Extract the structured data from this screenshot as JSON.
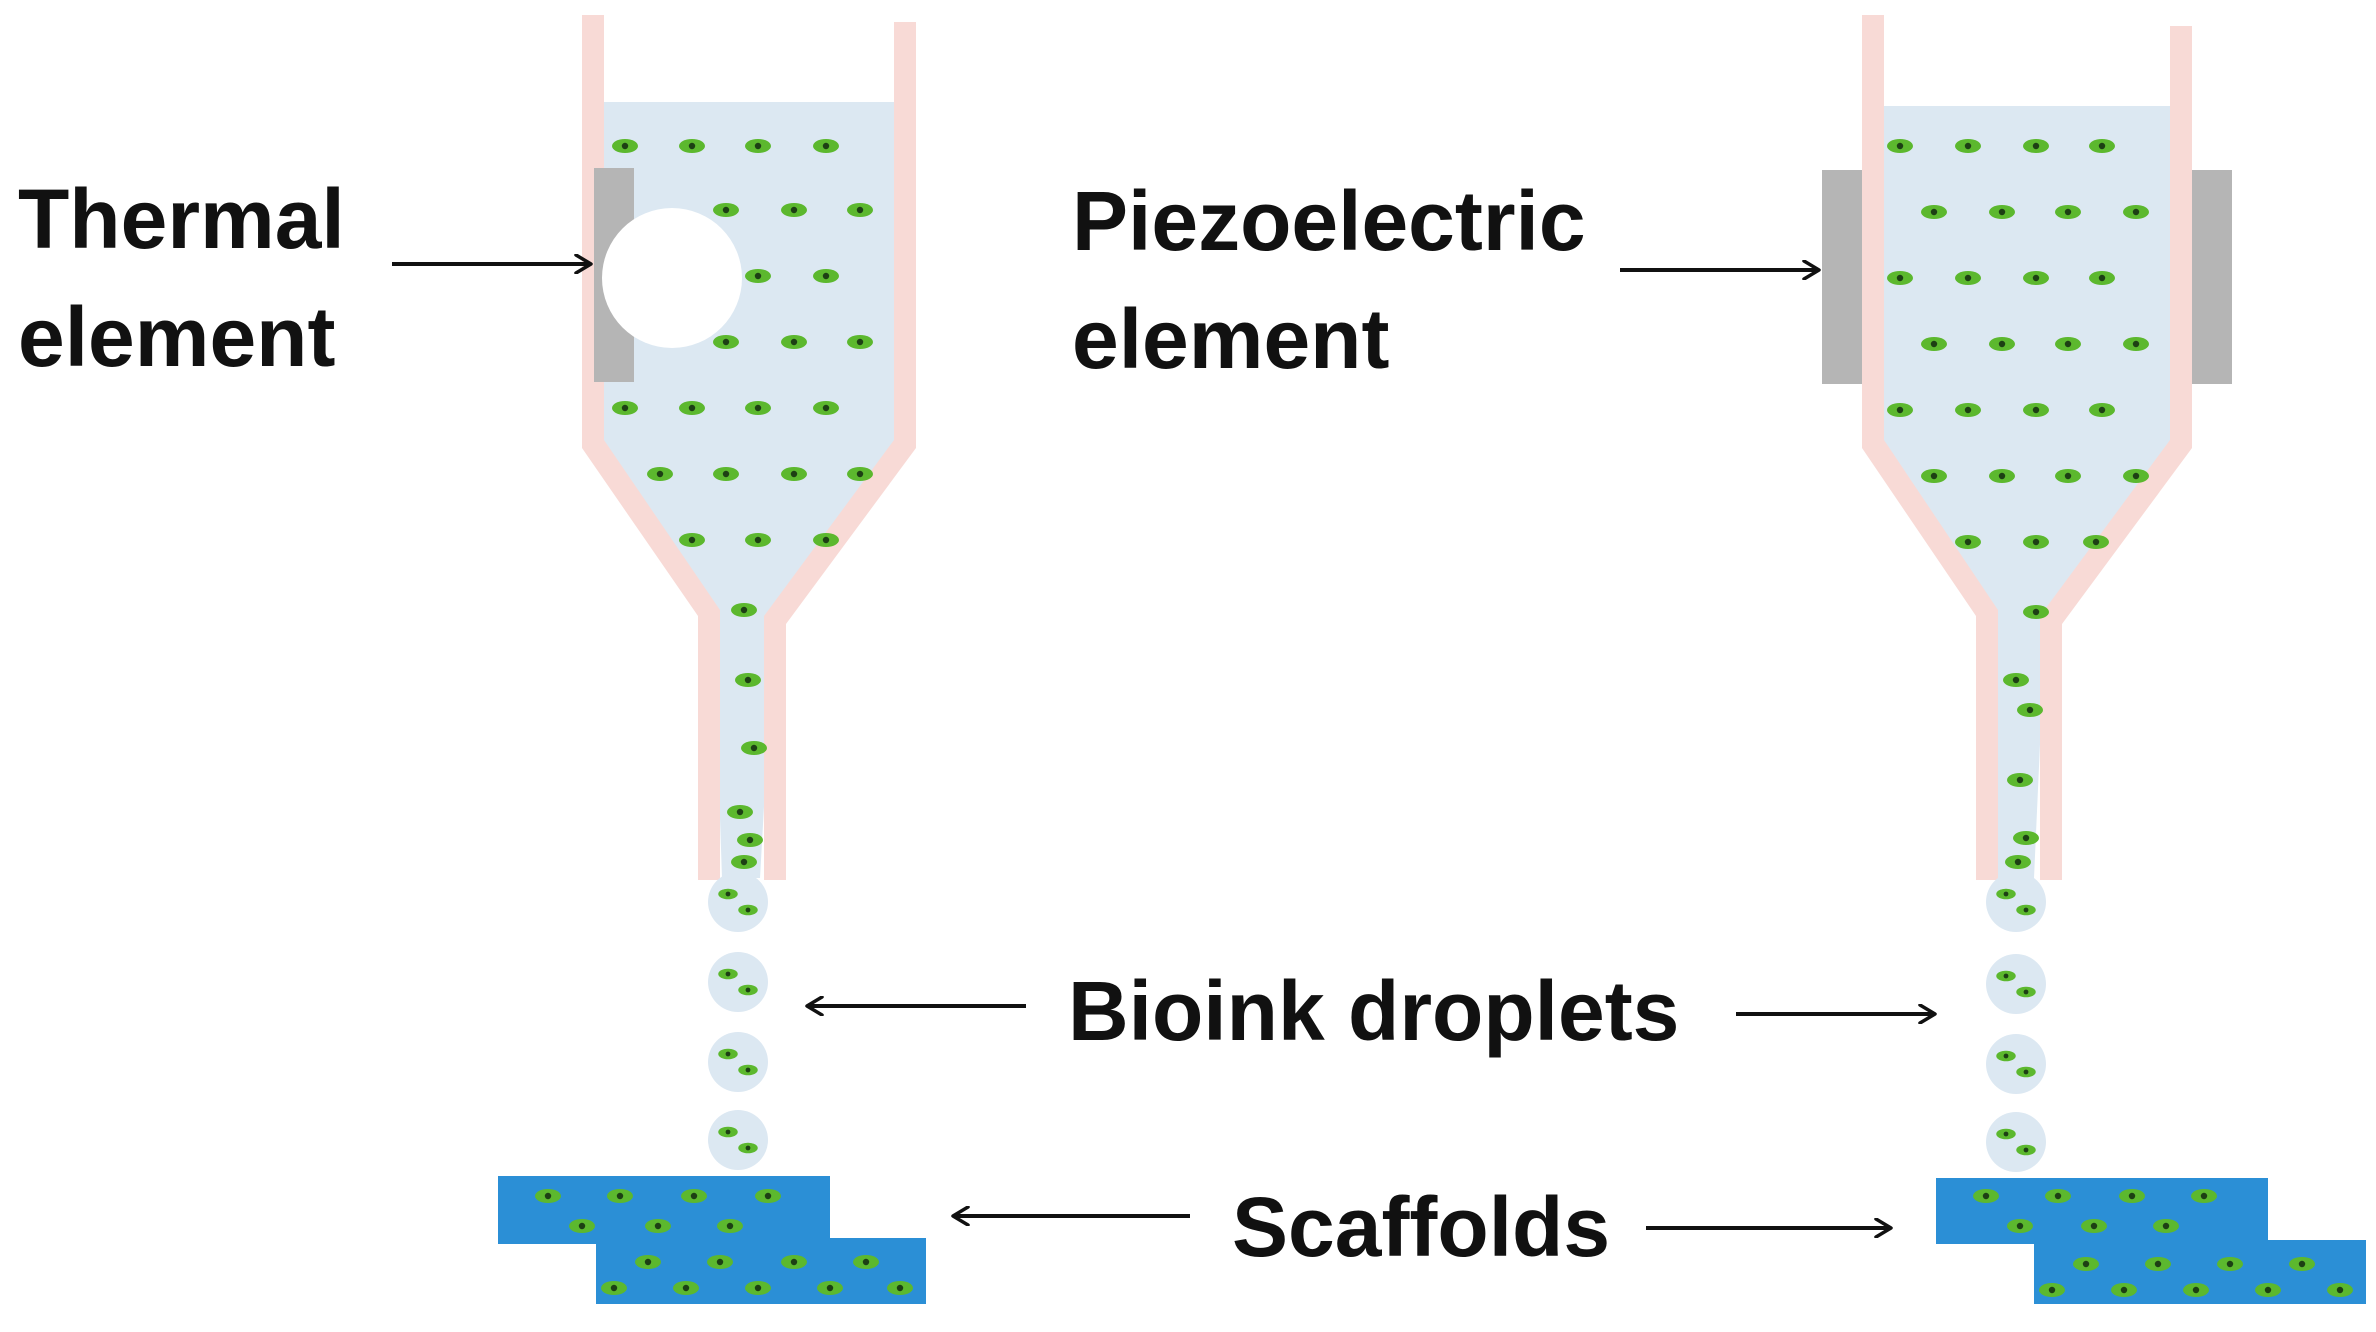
{
  "labels": {
    "thermal_line1": "Thermal",
    "thermal_line2": "element",
    "piezo_line1": "Piezoelectric",
    "piezo_line2": "element",
    "bioink": "Bioink droplets",
    "scaffolds": "Scaffolds"
  },
  "colors": {
    "nozzle_wall": "#f8dad6",
    "bioink_fill": "#dce8f2",
    "cell_green": "#5cb82e",
    "cell_core": "#1d3f14",
    "element_gray": "#b5b5b5",
    "scaffold_blue": "#2b8fd6",
    "arrow": "#111111",
    "bubble": "#ffffff"
  },
  "icons": {
    "cell": "cell-icon",
    "arrow": "arrow-icon"
  }
}
